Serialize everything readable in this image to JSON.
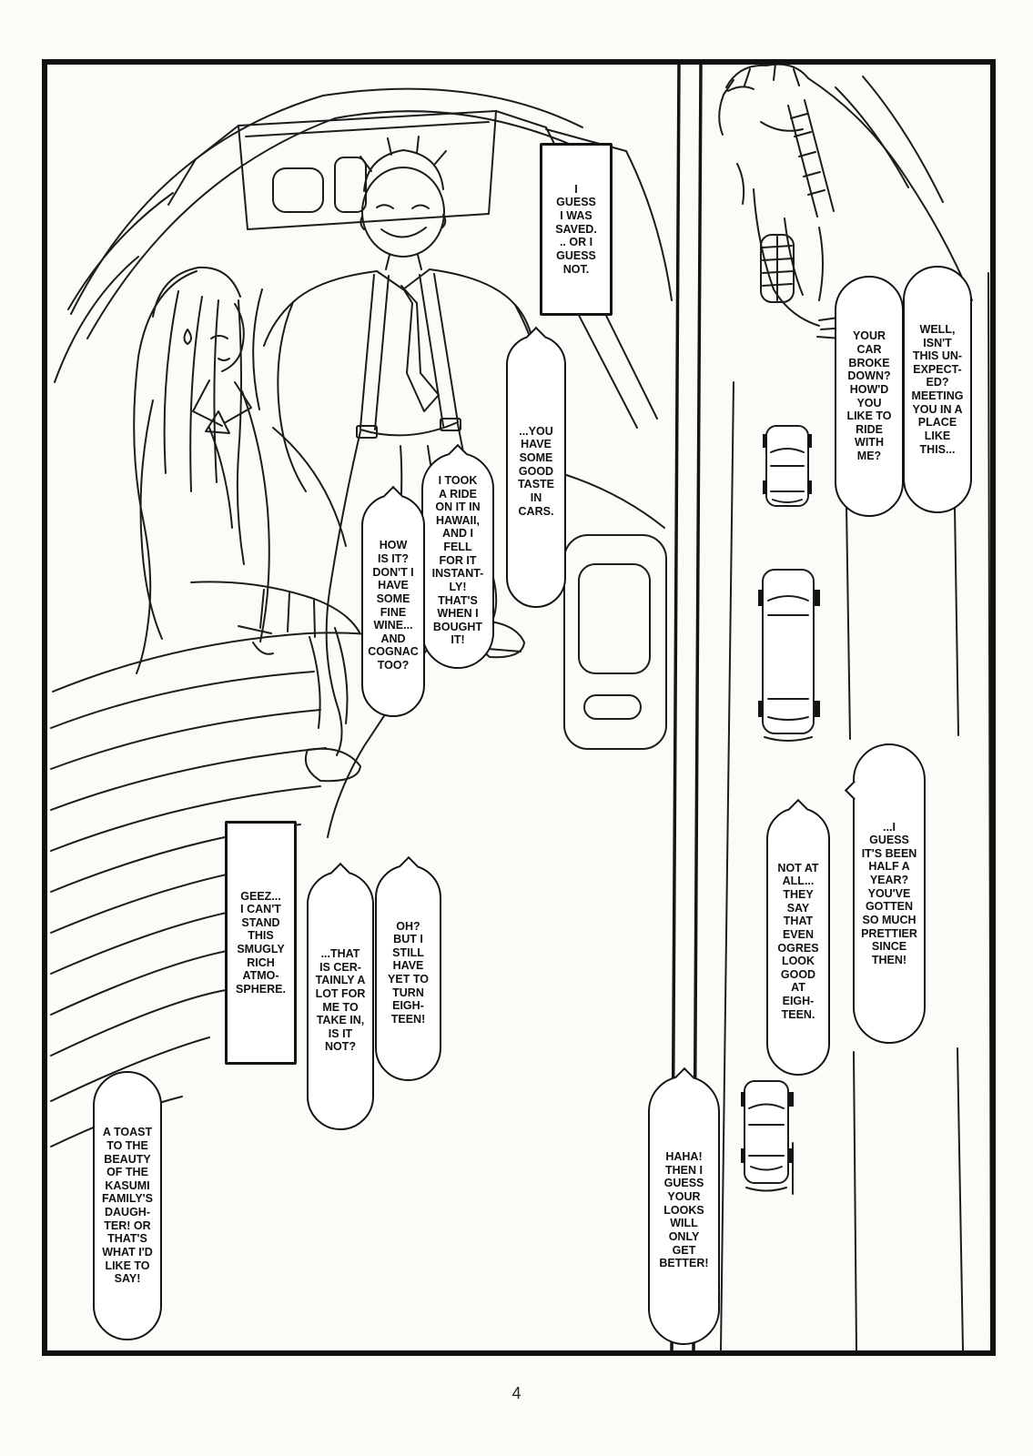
{
  "page": {
    "number": "4"
  },
  "bubbles": {
    "saved": "I\nGUESS\nI WAS\nSAVED.\n.. OR I\nGUESS\nNOT.",
    "your_car": "YOUR\nCAR\nBROKE\nDOWN?\nHOW'D\nYOU\nLIKE TO\nRIDE\nWITH\nME?",
    "unexpected": "WELL,\nISN'T\nTHIS UN-\nEXPECT-\nED?\nMEETING\nYOU IN A\nPLACE\nLIKE\nTHIS...",
    "taste": "...YOU\nHAVE\nSOME\nGOOD\nTASTE\nIN\nCARS.",
    "hawaii": "I TOOK\nA RIDE\nON IT IN\nHAWAII,\nAND I\nFELL\nFOR IT\nINSTANT-\nLY!\nTHAT'S\nWHEN I\nBOUGHT\nIT!",
    "wine": "HOW\nIS IT?\nDON'T I\nHAVE\nSOME\nFINE\nWINE...\nAND\nCOGNAC\nTOO?",
    "geez": "GEEZ...\nI CAN'T\nSTAND\nTHIS\nSMUGLY\nRICH\nATMO-\nSPHERE.",
    "certainly": "...THAT\nIS CER-\nTAINLY A\nLOT FOR\nME TO\nTAKE IN,\nIS IT\nNOT?",
    "eighteen": "OH?\nBUT I\nSTILL\nHAVE\nYET TO\nTURN\nEIGH-\nTEEN!",
    "ogres": "NOT AT\nALL...\nTHEY\nSAY\nTHAT\nEVEN\nOGRES\nLOOK\nGOOD\nAT\nEIGH-\nTEEN.",
    "half_year": "...I\nGUESS\nIT'S BEEN\nHALF A\nYEAR?\nYOU'VE\nGOTTEN\nSO MUCH\nPRETTIER\nSINCE\nTHEN!",
    "toast": "A TOAST\nTO THE\nBEAUTY\nOF THE\nKASUMI\nFAMILY'S\nDAUGH-\nTER! OR\nTHAT'S\nWHAT I'D\nLIKE TO\nSAY!",
    "haha": "HAHA!\nTHEN I\nGUESS\nYOUR\nLOOKS\nWILL\nONLY\nGET\nBETTER!"
  }
}
